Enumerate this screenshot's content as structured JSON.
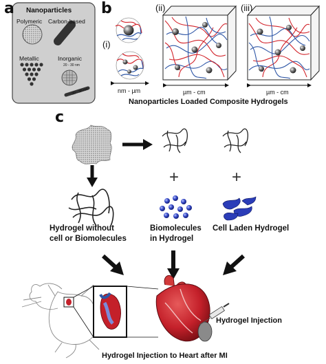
{
  "panels": {
    "a": "a",
    "b": "b",
    "c": "c"
  },
  "nanoparticles": {
    "title": "Nanoparticles",
    "types": [
      "Polymeric",
      "Carbon-based",
      "Metallic",
      "Inorganic"
    ],
    "size_labels": [
      "20 - 30 nm",
      "20 - 30 nm"
    ]
  },
  "hydrogels": {
    "roman": [
      "(i)",
      "(ii)",
      "(iii)"
    ],
    "scales": [
      "nm - µm",
      "µm - cm",
      "µm - cm"
    ],
    "caption": "Nanoparticles Loaded Composite Hydrogels"
  },
  "process": {
    "plus": [
      "+",
      "+"
    ],
    "labels": [
      {
        "line1": "Hydrogel without",
        "line2": "cell or Biomolecules"
      },
      {
        "line1": "Biomolecules",
        "line2": "in Hydrogel"
      },
      {
        "line1": "Cell Laden Hydrogel",
        "line2": ""
      }
    ],
    "injection_label": "Hydrogel Injection",
    "bottom_caption": "Hydrogel Injection to Heart after MI"
  },
  "colors": {
    "polymer_red": "#d2232a",
    "polymer_blue": "#2e56a6",
    "molecule_blue": "#3346c4",
    "heart_red": "#c4202a"
  }
}
